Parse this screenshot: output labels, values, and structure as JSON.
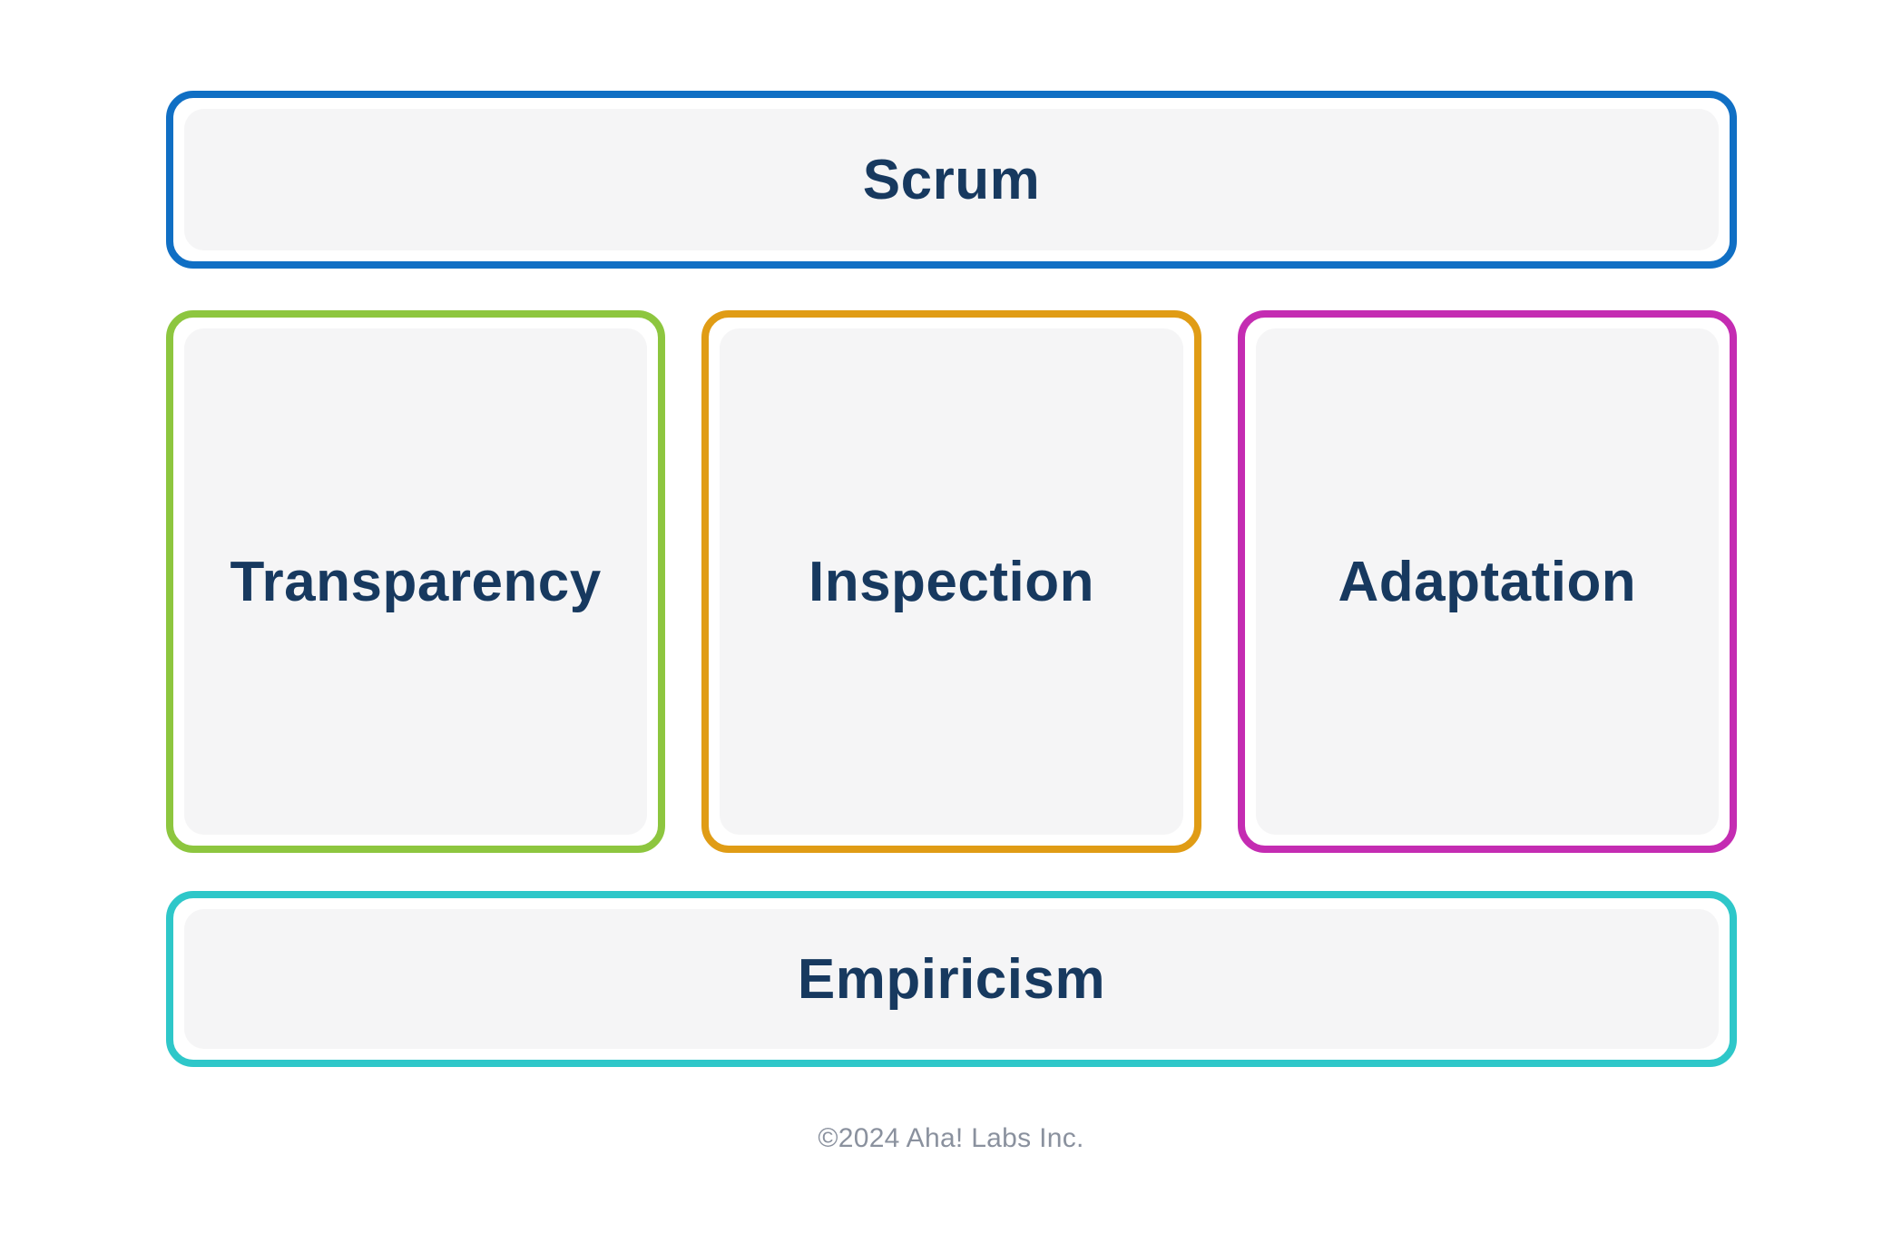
{
  "diagram": {
    "top_box": {
      "label": "Scrum",
      "border_color": "#106fc4"
    },
    "middle_boxes": [
      {
        "label": "Transparency",
        "border_color": "#8dc63f"
      },
      {
        "label": "Inspection",
        "border_color": "#e09c15"
      },
      {
        "label": "Adaptation",
        "border_color": "#c42cb2"
      }
    ],
    "bottom_box": {
      "label": "Empiricism",
      "border_color": "#2ec7c9"
    },
    "footer": {
      "copyright": "©2024 Aha! Labs Inc."
    },
    "colors": {
      "text_navy": "#17395f",
      "panel_gray": "#f5f5f6",
      "footer_gray": "#8a919e",
      "background": "#ffffff"
    }
  }
}
